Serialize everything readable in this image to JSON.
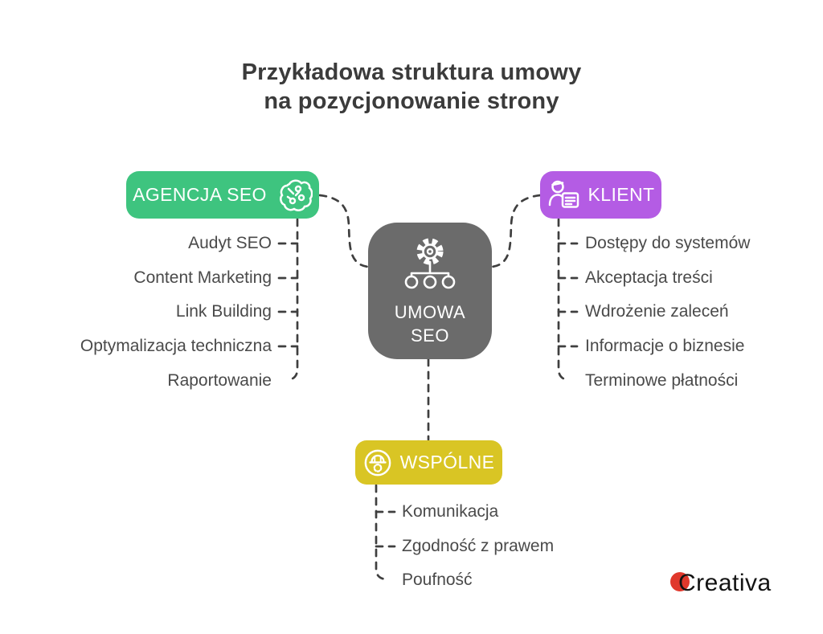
{
  "title": {
    "line1": "Przykładowa struktura umowy",
    "line2": "na pozycjonowanie strony"
  },
  "center": {
    "label_line1": "UMOWA",
    "label_line2": "SEO",
    "icon": "gear-hierarchy-icon"
  },
  "branches": {
    "agency": {
      "label": "AGENCJA SEO",
      "icon": "brain-network-icon",
      "items": [
        "Audyt SEO",
        "Content Marketing",
        "Link Building",
        "Optymalizacja techniczna",
        "Raportowanie"
      ]
    },
    "client": {
      "label": "KLIENT",
      "icon": "person-document-icon",
      "items": [
        "Dostępy do systemów",
        "Akceptacja treści",
        "Wdrożenie zaleceń",
        "Informacje o biznesie",
        "Terminowe płatności"
      ]
    },
    "shared": {
      "label": "WSPÓLNE",
      "icon": "engineer-helmet-icon",
      "items": [
        "Komunikacja",
        "Zgodność z prawem",
        "Poufność"
      ]
    }
  },
  "logo": {
    "text": "Creativa"
  },
  "colors": {
    "agency": "#3ec47f",
    "client": "#b45ce4",
    "shared": "#d9c524",
    "center": "#6b6b6b",
    "line": "#3f3f3f",
    "logo-red": "#e0382c"
  }
}
